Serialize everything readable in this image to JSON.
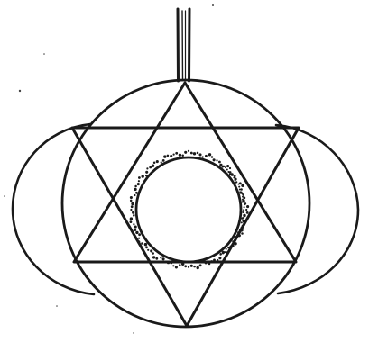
{
  "figure": {
    "kind": "ink line drawing",
    "ink_color": "#1a1a1a",
    "paper_color": "#ffffff",
    "elements": [
      "stem",
      "outer-circle",
      "left-side-arc",
      "right-side-arc",
      "upward-triangle",
      "downward-triangle",
      "inner-circle",
      "dotted-ring"
    ]
  }
}
